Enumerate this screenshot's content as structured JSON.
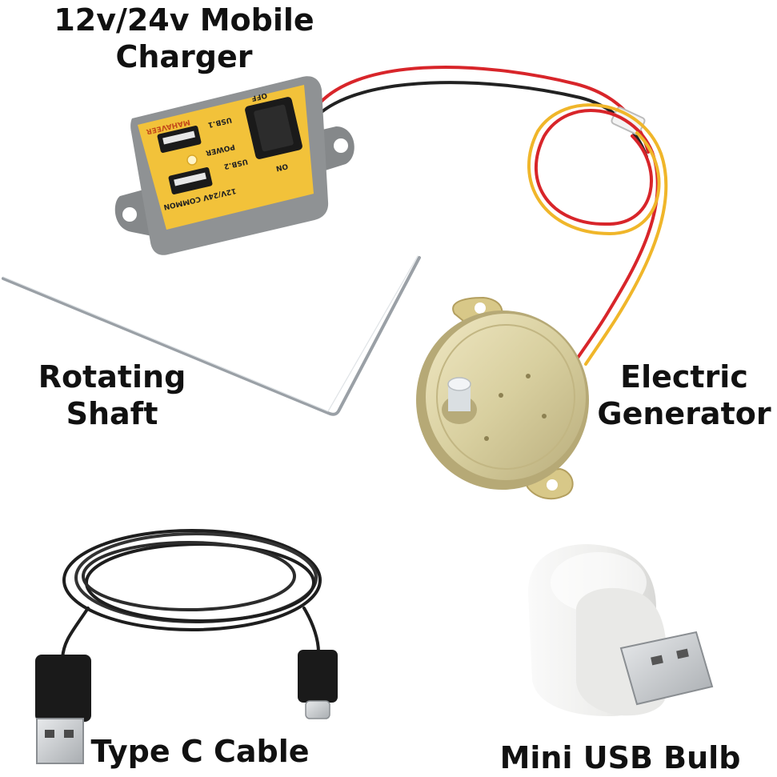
{
  "labels": {
    "charger": "12v/24v Mobile\nCharger",
    "shaft": "Rotating\nShaft",
    "generator": "Electric\nGenerator",
    "cable": "Type C Cable",
    "bulb": "Mini USB Bulb"
  },
  "charger_panel": {
    "brand": "MAHAVEER",
    "usb1": "USB.1",
    "power": "POWER",
    "usb2": "USB.2",
    "common": "12V/24V COMMON",
    "off": "OFF",
    "on": "ON"
  },
  "colors": {
    "panel_yellow": "#f2c23a",
    "housing_gray": "#8f9294",
    "wire_red": "#d8252a",
    "wire_yellow": "#f0b62a",
    "wire_black": "#222222",
    "motor_metal": "#d9cfa0",
    "cable_black": "#1e1e1e",
    "bulb_white": "#f4f4f2",
    "usb_silver": "#cfd2d5"
  },
  "icons": [
    "usb-port-icon",
    "rocker-switch-icon",
    "led-indicator-icon",
    "usb-plug-icon",
    "usb-c-plug-icon"
  ]
}
